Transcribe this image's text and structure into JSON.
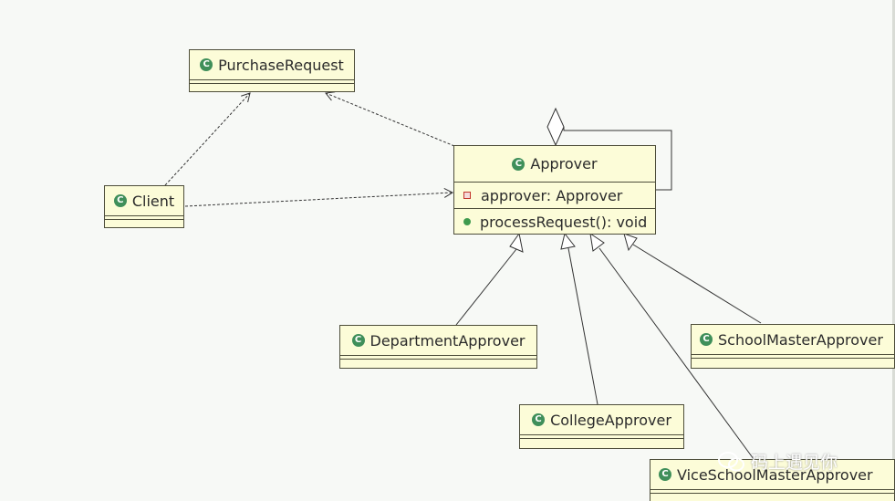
{
  "classes": {
    "purchase_request": "PurchaseRequest",
    "client": "Client",
    "approver": "Approver",
    "department_approver": "DepartmentApprover",
    "school_master_approver": "SchoolMasterApprover",
    "college_approver": "CollegeApprover",
    "vice_school_master_approver": "ViceSchoolMasterApprover"
  },
  "approver_members": {
    "field": "approver: Approver",
    "method": "processRequest(): void"
  },
  "class_icon": {
    "glyph": "C",
    "color": "#3f8f5a"
  },
  "colors": {
    "class_fill": "#fcfcd8",
    "border": "#4d4d3a",
    "background": "#f7f9f6"
  },
  "watermark": "码上遇见你"
}
